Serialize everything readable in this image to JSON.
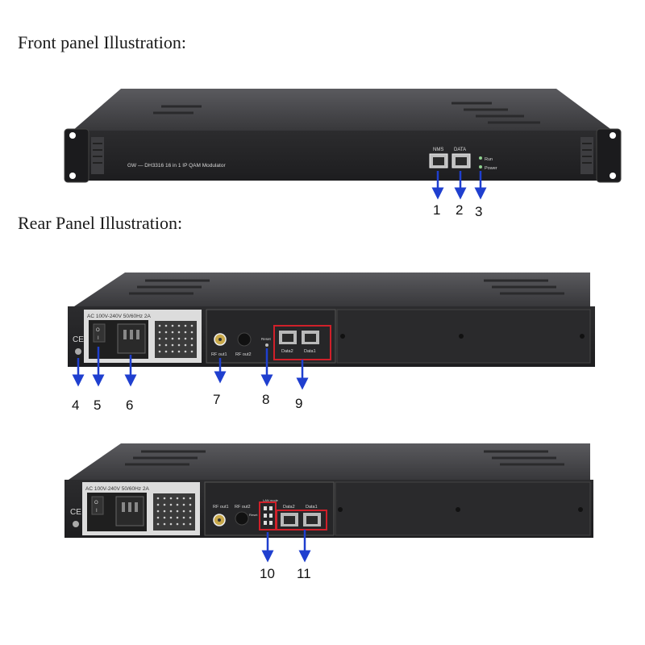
{
  "headings": {
    "front": "Front panel Illustration:",
    "rear": "Rear Panel Illustration:"
  },
  "front_panel": {
    "model_label": "GW — DH3316 16 in 1 IP QAM Modulator",
    "port_nms": "NMS",
    "port_data": "DATA",
    "led_run": "Run",
    "led_power": "Power"
  },
  "rear_panel": {
    "power_rating": "AC 100V-240V 50/60Hz 2A",
    "ce_mark": "CE",
    "switch_on": "O",
    "switch_off": "I",
    "rf_out1": "RF out1",
    "rf_out2": "RF out2",
    "reset": "Reset",
    "data2": "Data2",
    "data1": "Data1",
    "lan_mode": "LAN mode"
  },
  "callouts": [
    "1",
    "2",
    "3",
    "4",
    "5",
    "6",
    "7",
    "8",
    "9",
    "10",
    "11"
  ],
  "colors": {
    "chassis": "#2e2e30",
    "chassis_top": "#4a4a4d",
    "arrow": "#1f3fcf",
    "highlight": "#d0202a",
    "panel_light": "#e9e9e9"
  }
}
